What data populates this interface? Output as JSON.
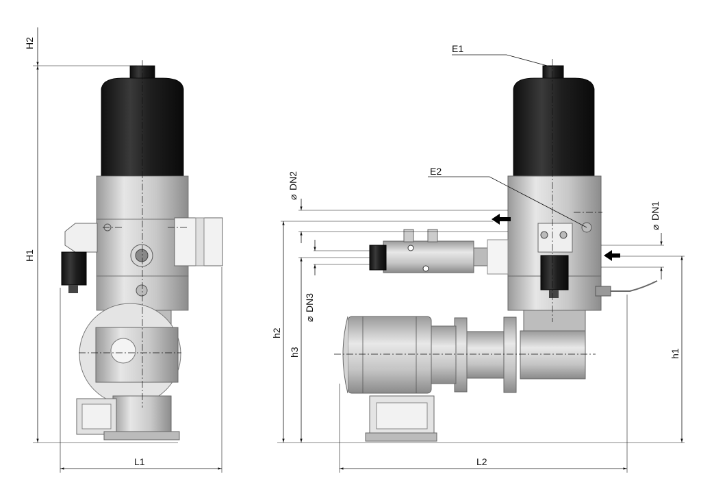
{
  "labels": {
    "H1": "H1",
    "H2": "H2",
    "L1": "L1",
    "L2": "L2",
    "E1": "E1",
    "E2": "E2",
    "DN1": "DN1",
    "DN2": "DN2",
    "DN3": "DN3",
    "h1": "h1",
    "h2": "h2",
    "h3": "h3",
    "diameter_symbol": "⌀"
  },
  "colors": {
    "actuator_black": "#1c1c1c",
    "body_grey": "#c4c4c4",
    "light_grey": "#dcdcdc",
    "line": "#111111"
  }
}
